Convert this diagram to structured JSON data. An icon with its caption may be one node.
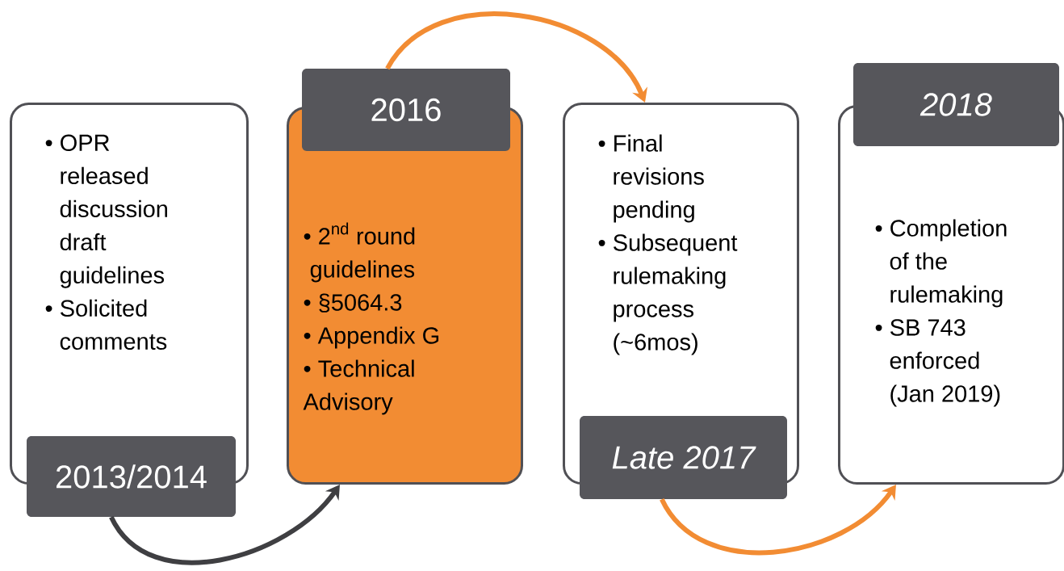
{
  "diagram": {
    "nodes": [
      {
        "text": [
          "• OPR released discussion draft guidelines",
          "• Solicited comments"
        ]
      },
      {
        "text": [
          "2013/2014"
        ]
      },
      {
        "text": [
          "\\text{• 2}^{\\text{nd}}\\text{ round}\\allowbreak\\text{ guidelines}",
          "• §5064.3",
          "• Appendix G",
          "• Technical Advisory"
        ]
      },
      {
        "text": [
          "2016"
        ]
      },
      {
        "text": [
          "• Final revisions pending",
          "• Subsequent rulemaking process (~6mos)"
        ]
      },
      {
        "text": [
          "Late 2017"
        ]
      },
      {
        "text": [
          "• Completion of the rulemaking",
          "•  SB 743 enforced (Jan 2019)"
        ]
      },
      {
        "text": [
          "2018"
        ]
      }
    ],
    "edges": [
      {
        "from": 1,
        "to": 2,
        "arrow": "to",
        "color": "#3f3f42"
      },
      {
        "from": 3,
        "to": 4,
        "arrow": "to",
        "color": "#f28c33"
      },
      {
        "from": 5,
        "to": 6,
        "arrow": "to",
        "color": "#f28c33"
      }
    ]
  }
}
